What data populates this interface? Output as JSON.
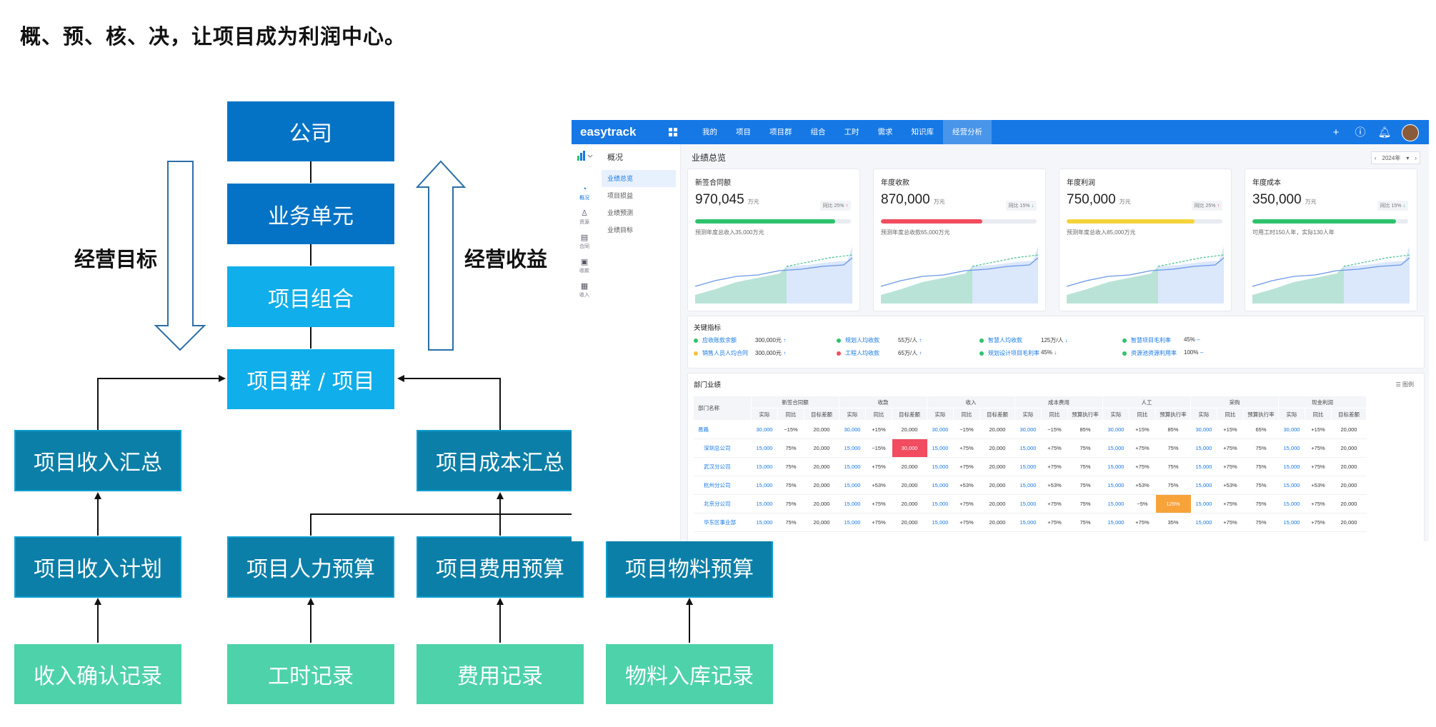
{
  "headline": "概、预、核、决，让项目成为利润中心。",
  "diagram": {
    "company": "公司",
    "business_unit": "业务单元",
    "portfolio": "项目组合",
    "project_group": "项目群 / 项目",
    "revenue_summary": "项目收入汇总",
    "cost_summary": "项目成本汇总",
    "revenue_plan": "项目收入计划",
    "labor_budget": "项目人力预算",
    "expense_budget": "项目费用预算",
    "material_budget": "项目物料预算",
    "revenue_record": "收入确认记录",
    "hours_record": "工时记录",
    "expense_record": "费用记录",
    "material_record": "物料入库记录",
    "left_label": "经营目标",
    "right_label": "经营收益"
  },
  "dashboard": {
    "logo": "easytrack",
    "nav": [
      "我的",
      "项目",
      "项目群",
      "组合",
      "工时",
      "需求",
      "知识库",
      "经营分析"
    ],
    "nav_active": "经营分析",
    "left_nav": [
      "概况",
      "资源",
      "合同",
      "收款",
      "收入"
    ],
    "submenu_title": "概况",
    "submenu": [
      "业绩总览",
      "项目损益",
      "业绩预测",
      "业绩目标"
    ],
    "page_title": "业绩总览",
    "year": "2024年",
    "kpis": [
      {
        "title": "新签合同额",
        "value": "970,045",
        "unit": "万元",
        "badge": "同比 25%",
        "trend": "up",
        "progress": 0.9,
        "color": "#2ec26d",
        "note": "预测年度总收入35,000万元"
      },
      {
        "title": "年度收款",
        "value": "870,000",
        "unit": "万元",
        "badge": "同比 15%",
        "trend": "down",
        "progress": 0.65,
        "color": "#f14c5f",
        "note": "预测年度总收款65,000万元"
      },
      {
        "title": "年度利润",
        "value": "750,000",
        "unit": "万元",
        "badge": "同比 25%",
        "trend": "up",
        "progress": 0.82,
        "color": "#f5d33c",
        "note": "预测年度总收入85,000万元"
      },
      {
        "title": "年度成本",
        "value": "350,000",
        "unit": "万元",
        "badge": "同比 15%",
        "trend": "down",
        "progress": 0.92,
        "color": "#2ec26d",
        "note": "可用工时150人年，实际130人年"
      }
    ],
    "key_indicators_title": "关键指标",
    "indicators": [
      {
        "label": "应收账款余额",
        "value": "300,000元",
        "arrow": "↑",
        "color": "#2ec26d"
      },
      {
        "label": "销售人员人均合同",
        "value": "300,000元",
        "arrow": "↑",
        "color": "#f5c33c"
      },
      {
        "label": "规划人均收款",
        "value": "55万/人",
        "arrow": "↑",
        "color": "#2ec26d"
      },
      {
        "label": "工程人均收款",
        "value": "65万/人",
        "arrow": "↑",
        "color": "#f14c5f"
      },
      {
        "label": "智慧人均收款",
        "value": "125万/人",
        "arrow": "↓",
        "color": "#2ec26d"
      },
      {
        "label": "规划设计项目毛利率",
        "value": "45%",
        "arrow": "↓",
        "color": "#2ec26d"
      },
      {
        "label": "智慧项目毛利率",
        "value": "45%",
        "arrow": "–",
        "color": "#2ec26d"
      },
      {
        "label": "资源池资源利用率",
        "value": "100%",
        "arrow": "–",
        "color": "#2ec26d"
      }
    ],
    "dept_title": "部门业绩",
    "legend_label": "图例",
    "table_groups": [
      "新签合同额",
      "收款",
      "收入",
      "成本费用",
      "人工",
      "采购",
      "现金利润"
    ],
    "table_name_header": "部门名称",
    "table_sub_headers": [
      "实际",
      "同比",
      "目标差额",
      "实际",
      "同比",
      "目标差额",
      "实际",
      "同比",
      "目标差额",
      "实际",
      "同比",
      "预算执行率",
      "实际",
      "同比",
      "预算执行率",
      "实际",
      "同比",
      "预算执行率",
      "实际",
      "同比",
      "目标差额"
    ],
    "rows": [
      {
        "name": "易路",
        "cells": [
          "30,000",
          "−15%",
          "20,000",
          "30,000",
          "+15%",
          "20,000",
          "30,000",
          "−15%",
          "20,000",
          "30,000",
          "−15%",
          "85%",
          "30,000",
          "+15%",
          "85%",
          "30,000",
          "+15%",
          "65%",
          "30,000",
          "+15%",
          "20,000"
        ]
      },
      {
        "name": "深圳总公司",
        "cells": [
          "15,000",
          "75%",
          "20,000",
          "15,000",
          "−15%",
          "30,000",
          "15,000",
          "+75%",
          "20,000",
          "15,000",
          "+75%",
          "75%",
          "15,000",
          "+75%",
          "75%",
          "15,000",
          "+75%",
          "75%",
          "15,000",
          "+75%",
          "20,000"
        ]
      },
      {
        "name": "武汉分公司",
        "cells": [
          "15,000",
          "75%",
          "20,000",
          "15,000",
          "+75%",
          "20,000",
          "15,000",
          "+75%",
          "20,000",
          "15,000",
          "+75%",
          "75%",
          "15,000",
          "+75%",
          "75%",
          "15,000",
          "+75%",
          "75%",
          "15,000",
          "+75%",
          "20,000"
        ]
      },
      {
        "name": "杭州分公司",
        "cells": [
          "15,000",
          "75%",
          "20,000",
          "15,000",
          "+53%",
          "20,000",
          "15,000",
          "+53%",
          "20,000",
          "15,000",
          "+53%",
          "75%",
          "15,000",
          "+53%",
          "75%",
          "15,000",
          "+53%",
          "75%",
          "15,000",
          "+53%",
          "20,000"
        ]
      },
      {
        "name": "北京分公司",
        "cells": [
          "15,000",
          "75%",
          "20,000",
          "15,000",
          "+75%",
          "20,000",
          "15,000",
          "+75%",
          "20,000",
          "15,000",
          "+75%",
          "75%",
          "15,000",
          "−5%",
          "125%",
          "15,000",
          "+75%",
          "75%",
          "15,000",
          "+75%",
          "20,000"
        ]
      },
      {
        "name": "华东区事业部",
        "cells": [
          "15,000",
          "75%",
          "20,000",
          "15,000",
          "+75%",
          "20,000",
          "15,000",
          "+75%",
          "20,000",
          "15,000",
          "+75%",
          "75%",
          "15,000",
          "+75%",
          "35%",
          "15,000",
          "+75%",
          "75%",
          "15,000",
          "+75%",
          "20,000"
        ]
      }
    ]
  }
}
